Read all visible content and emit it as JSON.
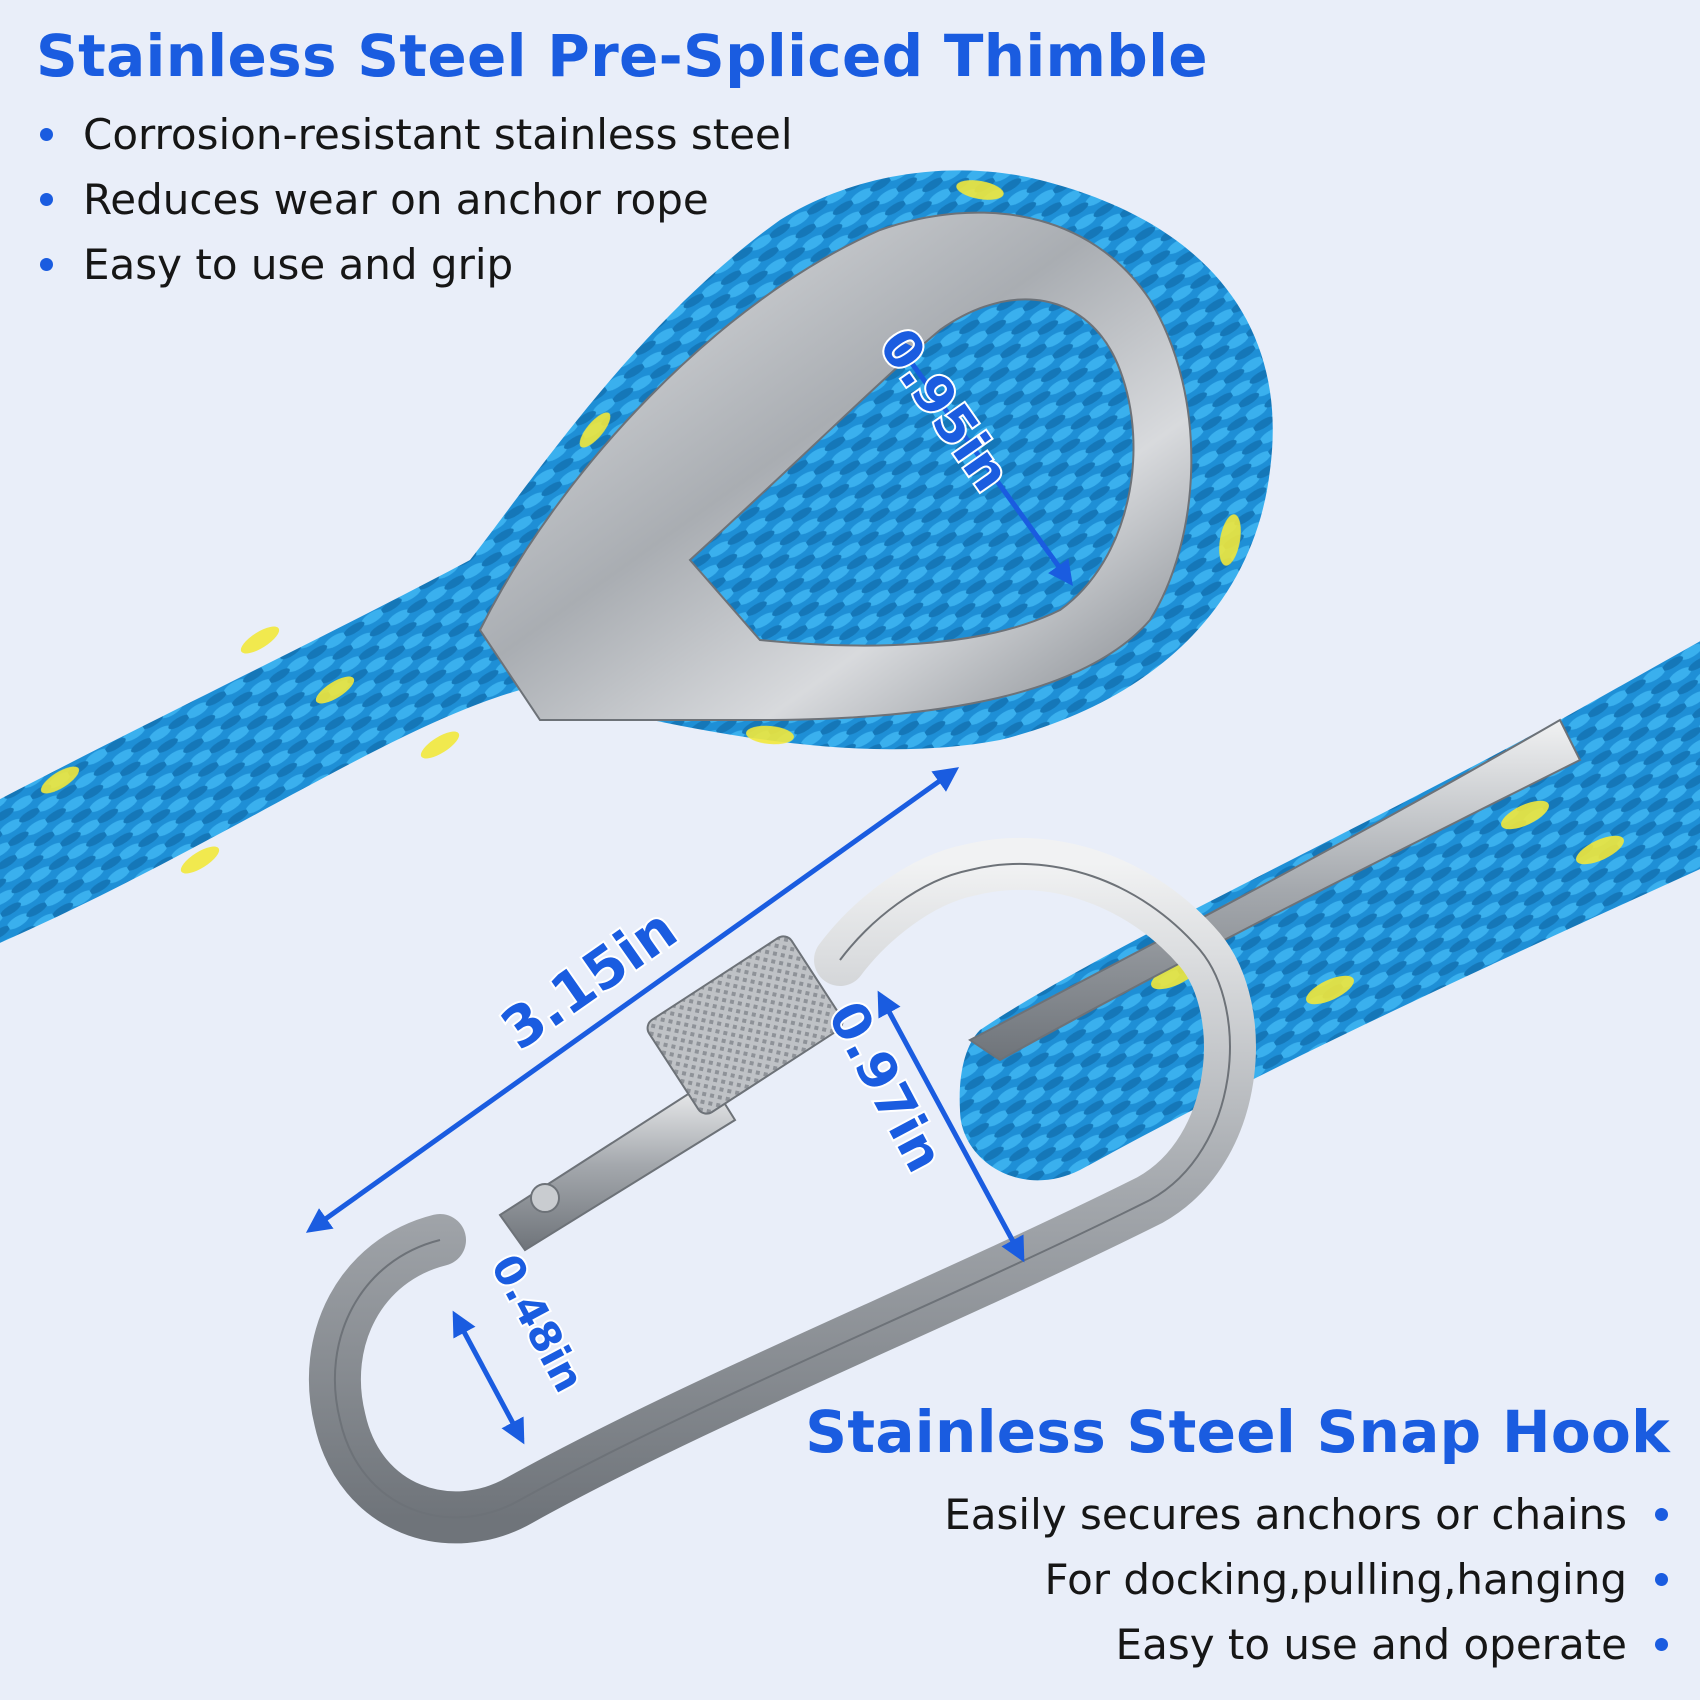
{
  "colors": {
    "accent": "#1a5ce0",
    "background": "#e9eef9",
    "rope_blue": "#1e8fd6",
    "rope_fleck": "#f2e83a",
    "steel": "#b9bcc0"
  },
  "thimble_section": {
    "title": "Stainless Steel Pre-Spliced Thimble",
    "features": [
      "Corrosion-resistant stainless steel",
      "Reduces wear on anchor rope",
      "Easy to use and grip"
    ]
  },
  "snap_hook_section": {
    "title": "Stainless Steel Snap Hook",
    "features": [
      "Easily secures anchors or chains",
      "For docking,pulling,hanging",
      "Easy to use and operate"
    ]
  },
  "dimensions": {
    "thimble_inner": "0.95in",
    "overall_length": "3.15in",
    "hook_opening": "0.97in",
    "hook_eye": "0.48in"
  }
}
